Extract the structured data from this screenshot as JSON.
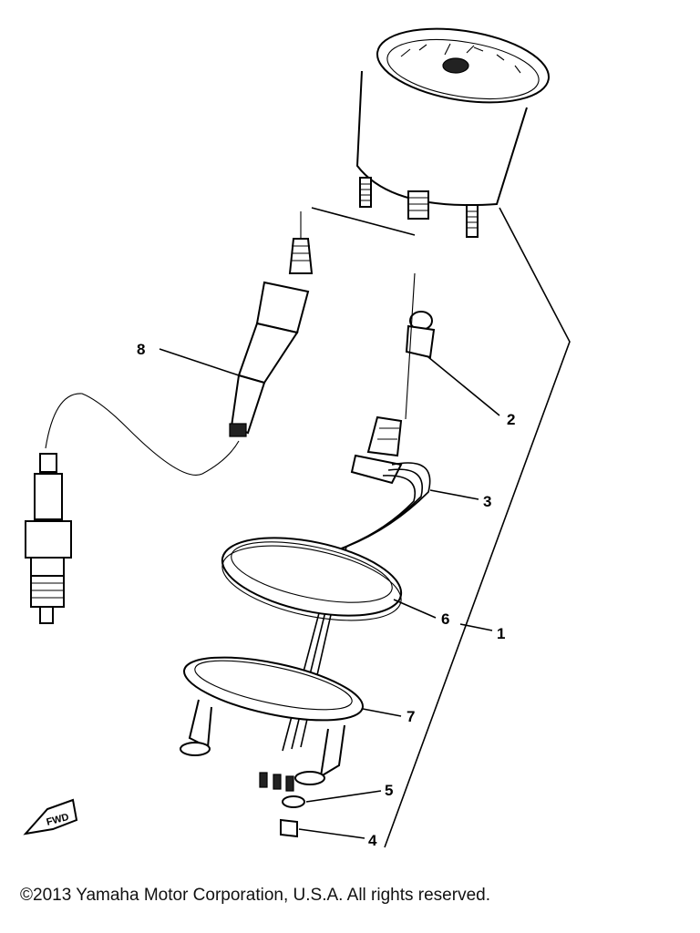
{
  "callouts": {
    "c1": "1",
    "c2": "2",
    "c3": "3",
    "c4": "4",
    "c5": "5",
    "c6": "6",
    "c7": "7",
    "c8": "8"
  },
  "fwd_label": "FWD",
  "copyright": "©2013 Yamaha Motor Corporation, U.S.A. All rights reserved."
}
